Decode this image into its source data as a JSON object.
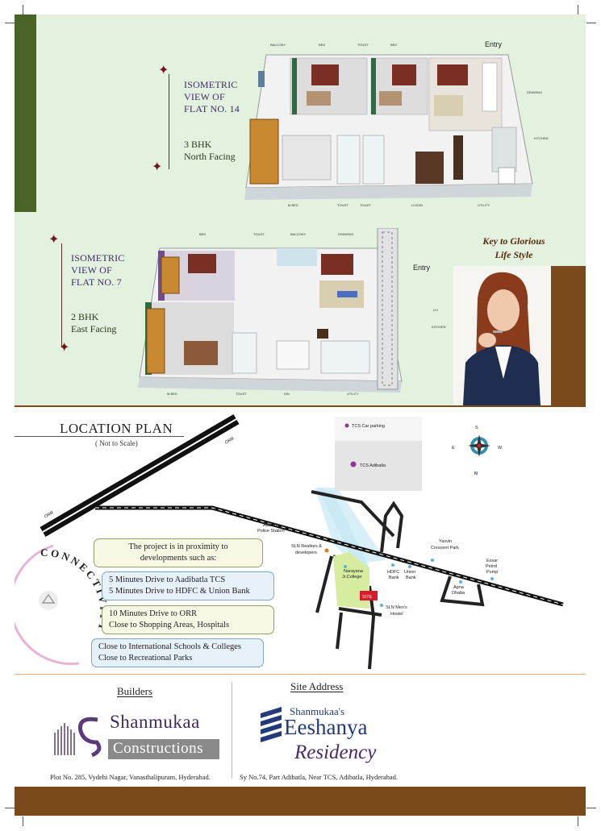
{
  "flat14": {
    "title_line1": "ISOMETRIC",
    "title_line2": "VIEW OF",
    "title_line3": "FLAT NO. 14",
    "bhk": "3 BHK",
    "facing": "North Facing",
    "entry": "Entry",
    "labels": {
      "balcony": "BALCONY",
      "bed1": "BED",
      "toilet_top": "TOILET",
      "bed2": "BED",
      "drawing": "DRAWING",
      "kitchen": "KITCHEN",
      "utility": "UTILITY",
      "living": "LIV/DIN",
      "toilet_b1": "TOILET",
      "toilet_b2": "TOILET",
      "mbed": "M.BED"
    }
  },
  "flat7": {
    "title_line1": "ISOMETRIC",
    "title_line2": "VIEW OF",
    "title_line3": "FLAT NO. 7",
    "bhk": "2 BHK",
    "facing": "East Facing",
    "entry": "Entry",
    "labels": {
      "bed": "BED",
      "toilet": "TOILET",
      "balcony": "BALCONY",
      "drawing": "DRAWING",
      "liv": "LIV",
      "kitchen": "KITCHEN",
      "utility": "UTILITY",
      "din": "DIN",
      "toilet_b": "TOILET",
      "mbed": "M.BED"
    }
  },
  "tagline": {
    "line1": "Key to Glorious",
    "line2": "Life Style"
  },
  "location": {
    "title": "LOCATION PLAN",
    "subtitle": "( Not to Scale)",
    "orr_1": "ORR",
    "orr_2": "ORR",
    "compass": {
      "n": "N",
      "s": "S",
      "e": "E",
      "w": "W"
    },
    "places": {
      "tcs_parking": "TCS Car parking",
      "tcs": "TCS Adibatla",
      "police_1": "Adibatla",
      "police_2": "Police Station",
      "sln_1": "SLN Realtors &",
      "sln_2": "developers",
      "narayana_1": "Narayana",
      "narayana_2": "Jr.College",
      "hdfc_1": "HDFC",
      "hdfc_2": "Bank",
      "union_1": "Union",
      "union_2": "Bank",
      "yasvin_1": "Yasvin",
      "yasvin_2": "Crescent Park",
      "essar_1": "Essar",
      "essar_2": "Petrol",
      "essar_3": "Pump",
      "apna_1": "Apna",
      "apna_2": "Dhaba",
      "hostel_1": "SLN Men's",
      "hostel_2": "Hostel",
      "site": "SITE"
    },
    "connectivity": "CONNECTIVITY",
    "boxes": {
      "b1_l1": "The project is in proximity to",
      "b1_l2": "developments such as:",
      "b2_l1": "5 Minutes Drive to Aadibatla TCS",
      "b2_l2": "5 Minutes Drive to HDFC & Union Bank",
      "b3_l1": "10 Minutes Drive to ORR",
      "b3_l2": "Close to Shopping Areas, Hospitals",
      "b4_l1": "Close to International Schools & Colleges",
      "b4_l2": "Close to Recreational Parks"
    }
  },
  "builders": {
    "heading": "Builders",
    "name_1": "Shanmukaa",
    "name_2": "Constructions",
    "address": "Plot No. 285, Vydehi Nagar, Vanasthalipuram, Hyderabad."
  },
  "site": {
    "heading": "Site Address",
    "brand_1": "Shanmukaa's",
    "brand_2": "Eeshanya",
    "brand_3": "Residency",
    "address": "Sy No.74, Part Adibatla, Near TCS, Adibatla, Hyderabad."
  },
  "colors": {
    "mint": "#e3f2de",
    "olive": "#4a6326",
    "brown": "#7b4a1c",
    "purple": "#3c2b6a",
    "navy": "#233a7a"
  }
}
